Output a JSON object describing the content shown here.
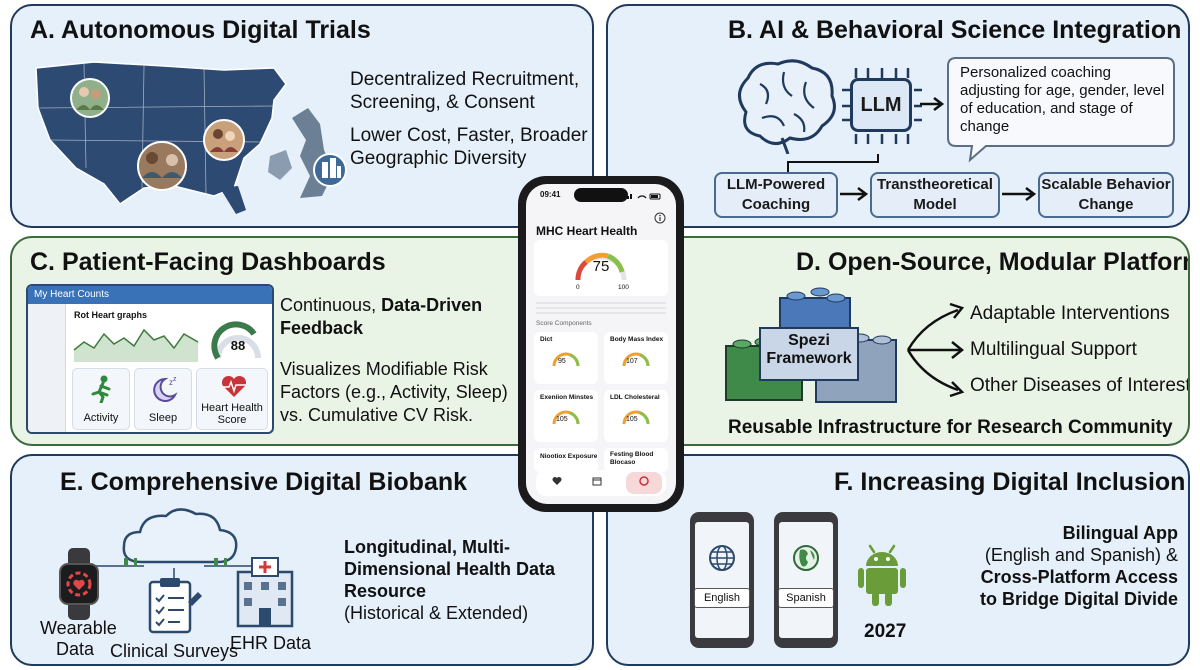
{
  "panels": {
    "a": {
      "title": "A. Autonomous Digital Trials",
      "line1": "Decentralized Recruitment, Screening, & Consent",
      "line2": "Lower Cost, Faster, Broader Geographic Diversity"
    },
    "b": {
      "title": "B. AI & Behavioral Science Integration",
      "chip_llm": "LLM",
      "bubble": "Personalized coaching adjusting for age, gender, level of education, and stage of change",
      "step1": "LLM-Powered Coaching",
      "step2": "Transtheoretical Model",
      "step3": "Scalable Behavior Change"
    },
    "c": {
      "title": "C. Patient-Facing Dashboards",
      "dash_header": "My Heart Counts",
      "graph_title": "Rot Heart graphs",
      "score": "88",
      "tile1": "Activity",
      "tile2": "Sleep",
      "tile3": "Heart Health Score",
      "text1_a": "Continuous, ",
      "text1_b": "Data-Driven Feedback",
      "text2": "Visualizes Modifiable Risk Factors (e.g., Activity, Sleep) vs. Cumulative CV Risk."
    },
    "d": {
      "title": "D. Open-Source, Modular Platform",
      "framework": "Spezi Framework",
      "item1": "Adaptable Interventions",
      "item2": "Multilingual Support",
      "item3": "Other Diseases of Interest",
      "footer": "Reusable Infrastructure for Research Community"
    },
    "e": {
      "title": "E. Comprehensive Digital Biobank",
      "label_wearable": "Wearable Data",
      "label_surveys": "Clinical Surveys",
      "label_ehr": "EHR Data",
      "text_bold": "Longitudinal, Multi-Dimensional Health Data Resource",
      "text_normal": "(Historical & Extended)"
    },
    "f": {
      "title": "F. Increasing Digital Inclusion",
      "btn_en": "English",
      "btn_es": "Spanish",
      "year": "2027",
      "text_bold1": "Bilingual App",
      "text_normal": "(English and Spanish) &",
      "text_bold2": "Cross-Platform Access to Bridge Digital Divide"
    }
  },
  "phone": {
    "time": "09:41",
    "app_title": "MHC Heart Health",
    "score": "75",
    "min": "0",
    "max": "100",
    "section": "Score Components",
    "c1_title": "Dict",
    "c1_val": "95",
    "c2_title": "Body Mass Index",
    "c2_val": "107",
    "c3_title": "Exeniion Minstes",
    "c3_val": "105",
    "c4_title": "LDL Cholesteral",
    "c4_val": "105",
    "c5_title": "Niootiox Exposure",
    "c6_title": "Festing Blood Blocaso"
  },
  "colors": {
    "panel_blue": "#e6f0fa",
    "panel_green": "#eaf4e6",
    "border_navy": "#1f3a5c",
    "map_blue": "#2d4a72",
    "lego_blue": "#4a78b8",
    "lego_green": "#3f8a48",
    "android_green": "#6a9c3a"
  }
}
